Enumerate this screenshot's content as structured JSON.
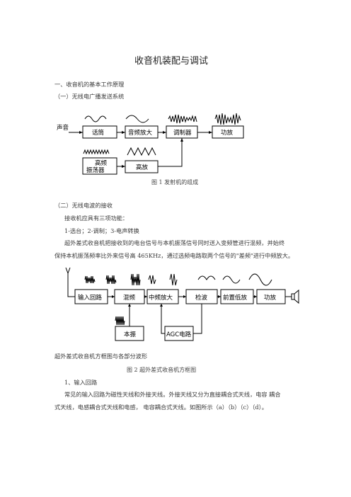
{
  "title": "收音机装配与调试",
  "sections": {
    "s1": "一、收音机的基本工作原理",
    "s1_1": "（一）无线电广播发送系统",
    "fig1_caption": "图 1  发射机的组成",
    "s1_2": "（二）无线电波的接收",
    "recv_intro": "接收机应具有三项功能：",
    "recv_funcs": "1-选台；2-调制；3-电声转换",
    "para1_line1": "超外差式收音机把接收到的电台信号与本机振荡信号同时送入变频管进行混频，并始终",
    "para1_line2": "保持本机振荡频率比外来信号高 465KHz，通过选频电路取两个信号的\"差频\"进行中频放大。",
    "fig2_label": "超外差式收音机方框图与各部分波形",
    "fig2_caption": "图 2  超外差式收音机方框图",
    "s2": "1、输入回路",
    "para2_line1": "常见的输入回路为磁性天线和外接天线。外接天线又分为直接耦合式天线，电容  耦合",
    "para2_line2": "式天线，电感耦合式天线和电感，  电容耦合式天线。如图所示（a）（b）（c）（d）。"
  },
  "fig1": {
    "input_label": "声音",
    "blocks": [
      "话筒",
      "音频放大",
      "调制器",
      "功放",
      "高频\n振荡器",
      "高放"
    ]
  },
  "fig2": {
    "blocks": [
      "输入回路",
      "混频",
      "中频放大",
      "检波",
      "前置低放",
      "功放",
      "本振",
      "AGC电路"
    ]
  }
}
